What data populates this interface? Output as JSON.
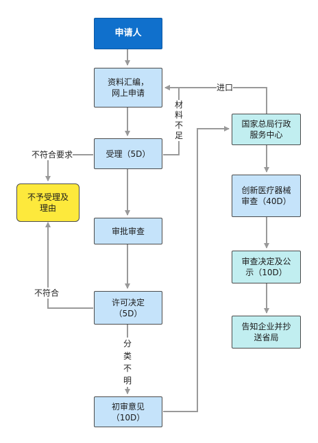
{
  "nodes": {
    "applicant": "申请人",
    "material_submit": "资料汇编，\n网上申请",
    "acceptance": "受理（5D）",
    "no_accept": "不予受理及\n理由",
    "approval_review": "审批审查",
    "license_decision": "许可决定\n（5D）",
    "initial_opinion": "初审意见\n（10D）",
    "national_center": "国家总局行政\n服务中心",
    "innovation_review": "创新医疗器械\n审查（40D）",
    "review_publicity": "审查决定及公\n示（10D）",
    "notify": "告知企业并抄\n送省局"
  },
  "edge_labels": {
    "import": "进口",
    "insufficient_material": "材料不足",
    "not_meet_requirements": "不符合要求",
    "not_meet": "不符合",
    "unclear_class": "分类不明"
  },
  "colors": {
    "start_fill": "#1070cc",
    "process_fill": "#c5e3fa",
    "center_fill": "#c1eef0",
    "reject_fill": "#fde93c",
    "connector": "#999999"
  }
}
